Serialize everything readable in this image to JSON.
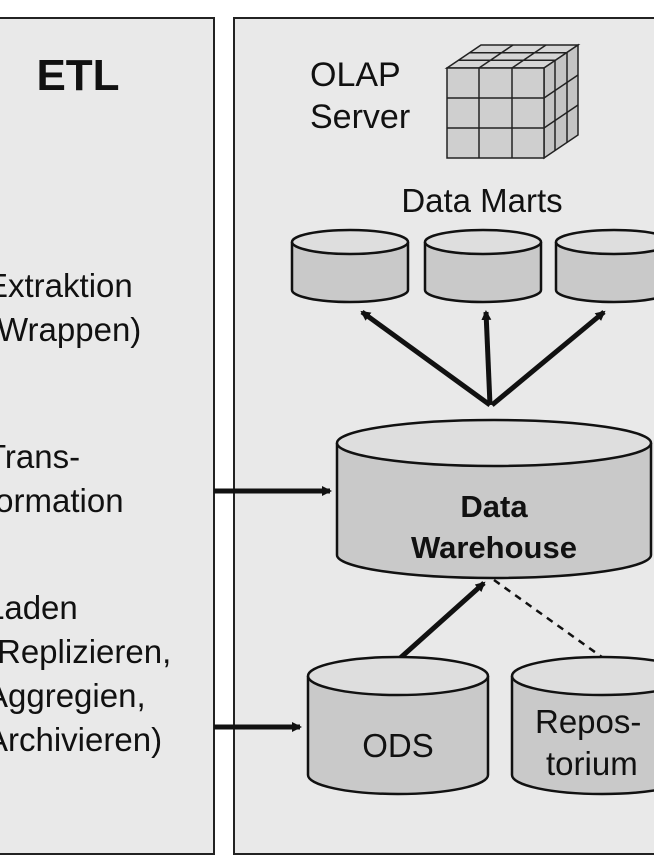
{
  "etl_panel": {
    "title": "ETL",
    "steps": [
      {
        "lines": [
          "Extraktion",
          "(Wrappen)"
        ]
      },
      {
        "lines": [
          "Trans-",
          "formation"
        ]
      },
      {
        "lines": [
          "Laden",
          "(Replizieren,",
          "Aggregien,",
          "Archivieren)"
        ]
      }
    ]
  },
  "dw_panel": {
    "olap": {
      "lines": [
        "OLAP",
        "Server"
      ],
      "icon": "cube-icon"
    },
    "data_marts_label": "Data Marts",
    "warehouse": {
      "lines": [
        "Data",
        "Warehouse"
      ]
    },
    "ods": "ODS",
    "repository": {
      "lines": [
        "Repos-",
        "torium"
      ]
    }
  },
  "colors": {
    "panel_bg": "#e9e9e9",
    "panel_border": "#222222",
    "cylinder_fill": "#c9c9c9",
    "cylinder_top": "#dedede",
    "stroke": "#111111"
  }
}
